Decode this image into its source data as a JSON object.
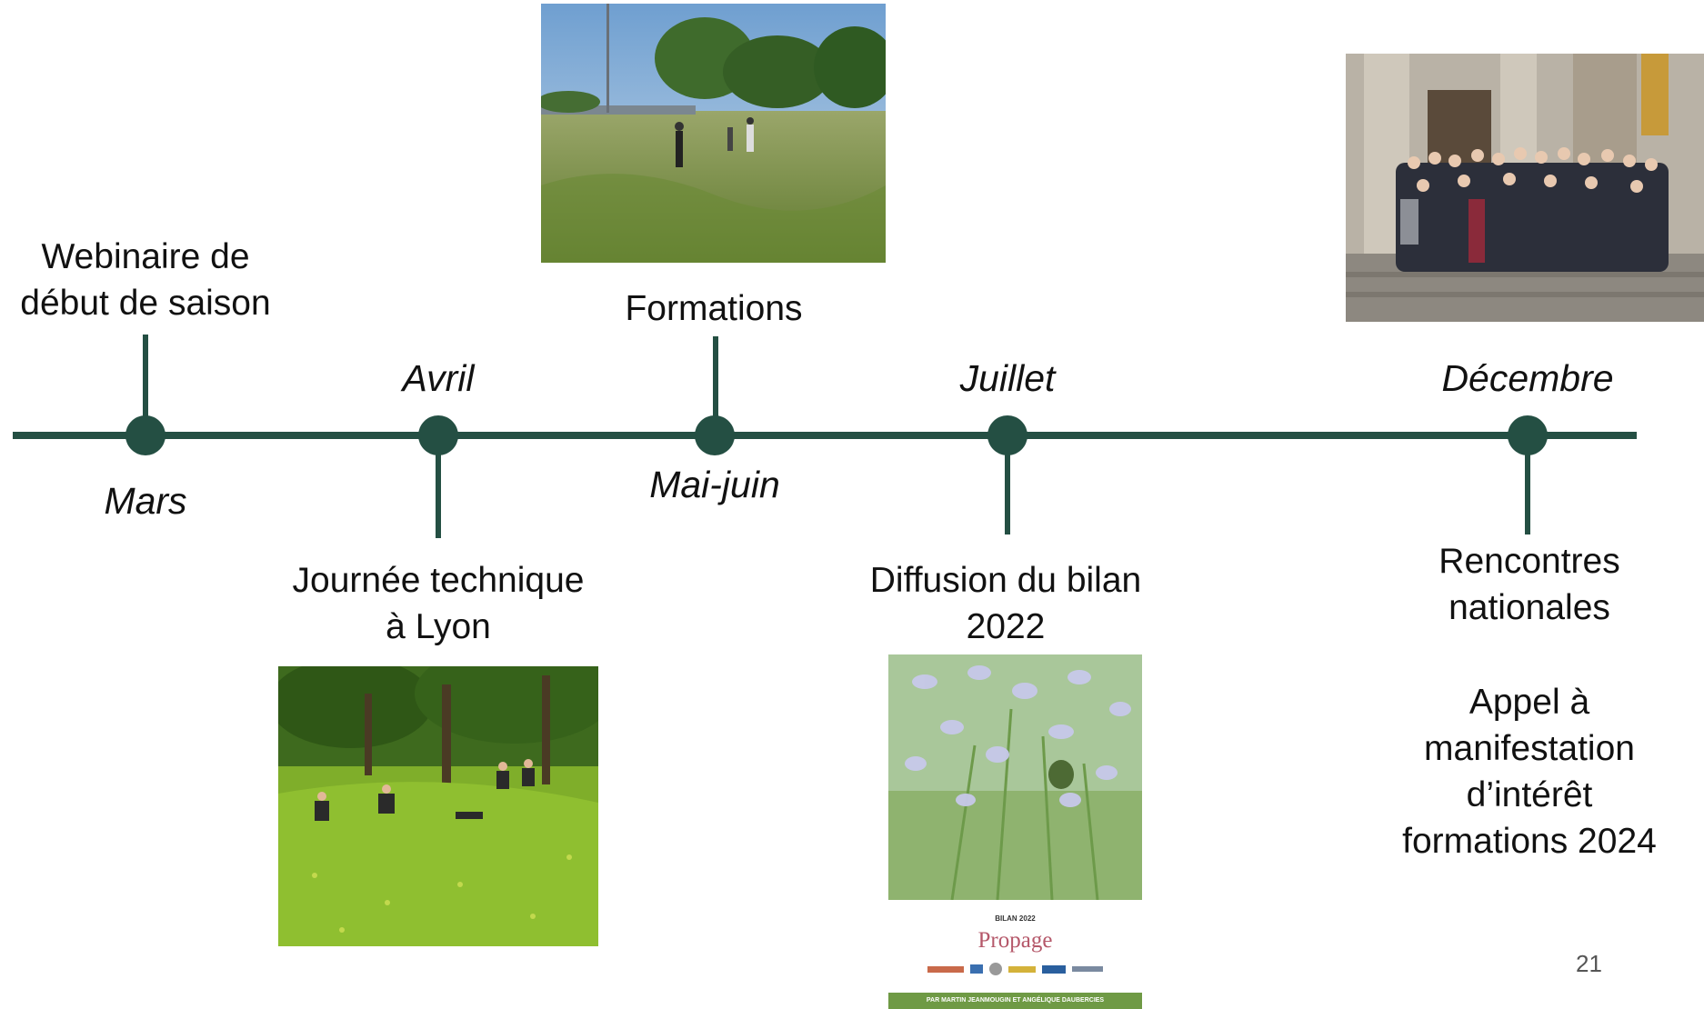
{
  "events": [
    {
      "label_lines": [
        "Webinaire de",
        "début de saison"
      ],
      "month": "Mars"
    },
    {
      "label_lines": [
        "Journée technique",
        "à Lyon"
      ],
      "month": "Avril"
    },
    {
      "label_lines": [
        "Formations"
      ],
      "month": "Mai-juin"
    },
    {
      "label_lines": [
        "Diffusion du bilan",
        "2022"
      ],
      "month": "Juillet"
    },
    {
      "label_lines": [
        "Rencontres",
        "nationales"
      ],
      "month": "Décembre"
    }
  ],
  "extra_note_lines": [
    "Appel à",
    "manifestation",
    "d’intérêt",
    "formations 2024"
  ],
  "report_cover": {
    "kicker": "BILAN 2022",
    "title": "Propage",
    "footer": "PAR MARTIN JEANMOUGIN ET ANGÉLIQUE DAUBERCIES"
  },
  "page_number": "21",
  "colors": {
    "timeline": "#244f43"
  }
}
